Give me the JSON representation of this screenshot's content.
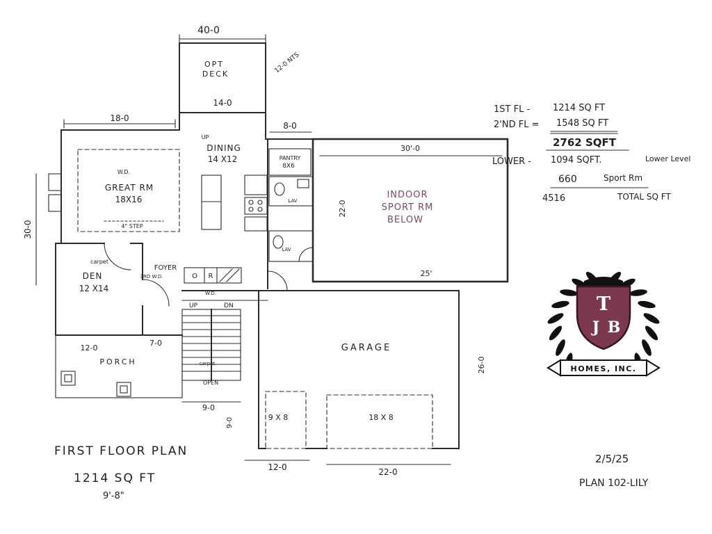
{
  "ink": "#2b2b2b",
  "labels": {
    "dim40": "40-0",
    "deck1": "OPT",
    "deck2": "DECK",
    "deck_note": "12-0 NTS",
    "dim14": "14-0",
    "dim18": "18-0",
    "dim8": "8-0",
    "dining_up": "UP",
    "dining1": "DINING",
    "dining2": "14 X12",
    "pantry1": "PANTRY",
    "pantry2": "8X6",
    "dim30top": "30'-0",
    "sport1": "INDOOR",
    "sport2": "SPORT RM",
    "sport3": "BELOW",
    "dim22v": "22-0",
    "dim30v": "30-0",
    "wd_great": "W.D.",
    "great1": "GREAT RM",
    "great2": "18X16",
    "step": "4\" STEP",
    "carpet_den": "carpet",
    "den1": "DEN",
    "den2": "12 X14",
    "foyer": "FOYER",
    "foyer_wd": "3RD W.D.",
    "closet_o": "O",
    "closet_r": "R",
    "wd_hall": "W.D.",
    "lav1": "LAV",
    "lav2": "LAV",
    "dim25": "25'",
    "up": "UP",
    "dn": "DN",
    "carpet_stairs": "carpet",
    "open": "OPEN",
    "dim12l": "12-0",
    "dim7": "7-0",
    "porch": "PORCH",
    "dim9": "9-0",
    "dim9v": "9-0",
    "garage": "GARAGE",
    "dim26v": "26-0",
    "door9": "9 X 8",
    "door18": "18 X 8",
    "dim12b": "12-0",
    "dim22b": "22-0"
  },
  "areas": {
    "r1l": "1ST FL -",
    "r1v": "1214 SQ FT",
    "r2l": "2'ND FL =",
    "r2v": "1548 SQ FT",
    "r3v": "2762 SQFT",
    "r4l": "LOWER -",
    "r4v": "1094 SQFT.",
    "r4n": "Lower Level",
    "r5v": "660",
    "r5n": "Sport Rm",
    "r6v": "4516",
    "r6n": "TOTAL SQ FT"
  },
  "title_block": {
    "t1": "FIRST FLOOR PLAN",
    "t2": "1214 SQ FT",
    "t3": "9'-8\""
  },
  "date_block": {
    "d1": "2/5/25",
    "d2": "PLAN 102-LILY"
  },
  "logo": {
    "letter_t": "T",
    "letter_j": "J",
    "letter_b": "B",
    "banner": "HOMES, INC.",
    "shield_color": "#7b3850"
  }
}
